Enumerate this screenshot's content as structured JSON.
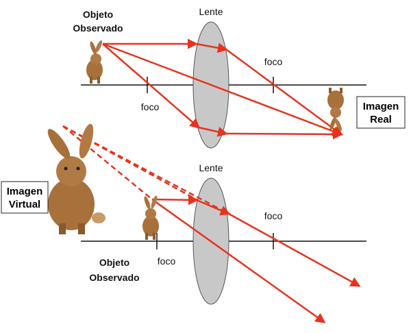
{
  "colors": {
    "ray": "#e8321e",
    "lens_fill": "#c8c8c8",
    "lens_stroke": "#555555",
    "axis": "#111111",
    "rabbit": "#a8703a"
  },
  "top": {
    "object_label_line1": "Objeto",
    "object_label_line2": "Observado",
    "lens_label": "Lente",
    "focus_left_label": "foco",
    "focus_right_label": "foco",
    "image_label_line1": "Imagen",
    "image_label_line2": "Real"
  },
  "bottom": {
    "lens_label": "Lente",
    "focus_left_label": "foco",
    "focus_right_label": "foco",
    "image_label_line1": "Imagen",
    "image_label_line2": "Virtual",
    "object_label_line1": "Objeto",
    "object_label_line2": "Observado"
  }
}
